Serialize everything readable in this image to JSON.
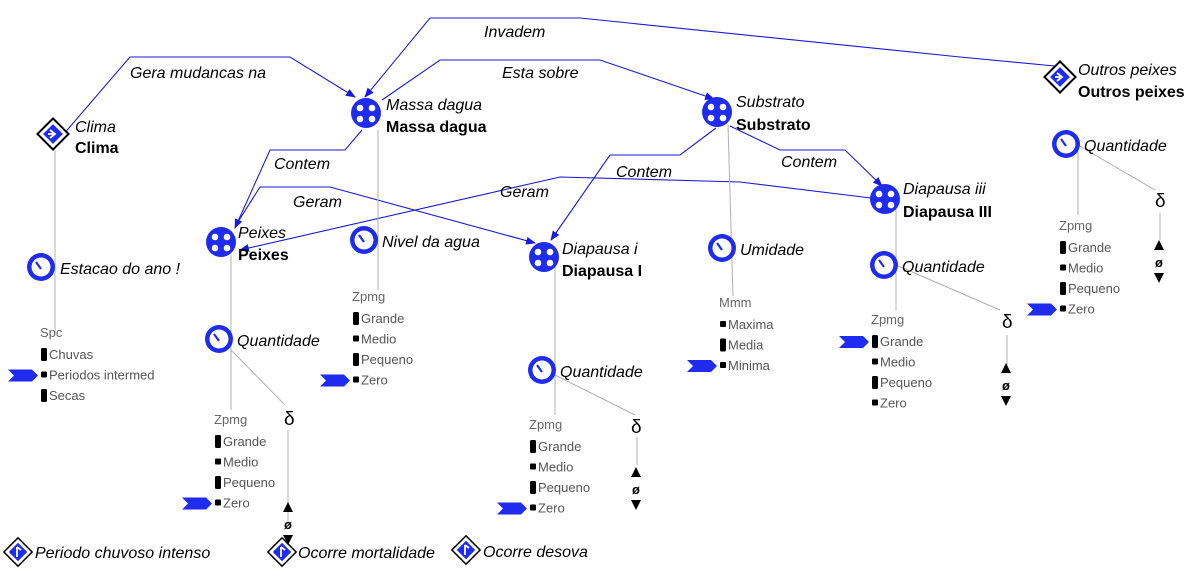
{
  "colors": {
    "arrow": "#1a1adb",
    "entity_fill": "#1f2cf0",
    "line_gray": "#b0b0b0",
    "text": "#000000",
    "space_text": "#666666"
  },
  "entities": {
    "clima": {
      "name": "Clima",
      "type": "Clima",
      "icon": "agent-diamond-icon"
    },
    "massa": {
      "name": "Massa dagua",
      "type": "Massa dagua",
      "icon": "entity-circle-icon"
    },
    "substrato": {
      "name": "Substrato",
      "type": "Substrato",
      "icon": "entity-circle-icon"
    },
    "outros": {
      "name": "Outros peixes",
      "type": "Outros peixes",
      "icon": "agent-diamond-icon"
    },
    "peixes": {
      "name": "Peixes",
      "type": "Peixes",
      "icon": "entity-circle-icon"
    },
    "diapausa1": {
      "name": "Diapausa i",
      "type": "Diapausa I",
      "icon": "entity-circle-icon"
    },
    "diapausa3": {
      "name": "Diapausa iii",
      "type": "Diapausa III",
      "icon": "entity-circle-icon"
    }
  },
  "relations": {
    "gera_mudancas": "Gera mudancas na",
    "invadem": "Invadem",
    "esta_sobre": "Esta sobre",
    "contem_massa": "Contem",
    "contem_sub1": "Contem",
    "contem_sub2": "Contem",
    "geram_1": "Geram",
    "geram_2": "Geram"
  },
  "quantities": {
    "estacao": {
      "label": "Estacao do ano !",
      "space": "Spc",
      "values": [
        "Chuvas",
        "Periodos intermed",
        "Secas"
      ],
      "current": "Periodos intermed"
    },
    "nivel": {
      "label": "Nivel da agua",
      "space": "Zpmg",
      "values": [
        "Grande",
        "Medio",
        "Pequeno",
        "Zero"
      ],
      "current": "Zero"
    },
    "peixes_q": {
      "label": "Quantidade",
      "space": "Zpmg",
      "values": [
        "Grande",
        "Medio",
        "Pequeno",
        "Zero"
      ],
      "current": "Zero",
      "derivative_symbol": "δ",
      "derivative_value": "ø"
    },
    "diap1_q": {
      "label": "Quantidade",
      "space": "Zpmg",
      "values": [
        "Grande",
        "Medio",
        "Pequeno",
        "Zero"
      ],
      "current": "Zero",
      "derivative_symbol": "δ",
      "derivative_value": "ø"
    },
    "umidade": {
      "label": "Umidade",
      "space": "Mmm",
      "values": [
        "Maxima",
        "Media",
        "Minima"
      ],
      "current": "Minima"
    },
    "diap3_q": {
      "label": "Quantidade",
      "space": "Zpmg",
      "values": [
        "Grande",
        "Medio",
        "Pequeno",
        "Zero"
      ],
      "current": "Grande",
      "derivative_symbol": "δ",
      "derivative_value": "ø"
    },
    "outros_q": {
      "label": "Quantidade",
      "space": "Zpmg",
      "values": [
        "Grande",
        "Medio",
        "Pequeno",
        "Zero"
      ],
      "current": "Zero",
      "derivative_symbol": "δ",
      "derivative_value": "ø"
    }
  },
  "assumptions": [
    {
      "label": "Periodo chuvoso intenso"
    },
    {
      "label": "Ocorre mortalidade"
    },
    {
      "label": "Ocorre desova"
    }
  ]
}
